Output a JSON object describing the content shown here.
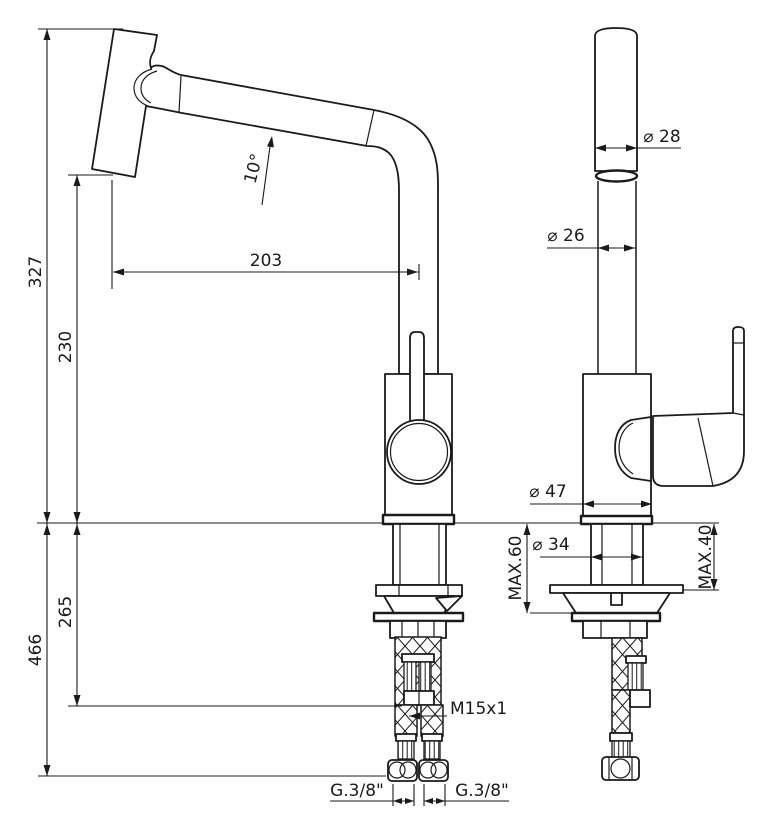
{
  "colors": {
    "line": "#1a1a1a",
    "background": "#ffffff"
  },
  "dims": {
    "overall_height": "327",
    "outlet_height": "230",
    "reach": "203",
    "spout_angle": "10°",
    "under_counter_total": "466",
    "hose_length": "265",
    "hose_thread": "M15x1",
    "supply_thread_left": "G.3/8\"",
    "supply_thread_right": "G.3/8\"",
    "head_diameter": "⌀ 28",
    "spout_diameter": "⌀ 26",
    "body_diameter": "⌀ 47",
    "shank_diameter": "⌀ 34",
    "max_counter_thickness_left": "MAX.60",
    "max_counter_thickness_right": "MAX.40"
  }
}
